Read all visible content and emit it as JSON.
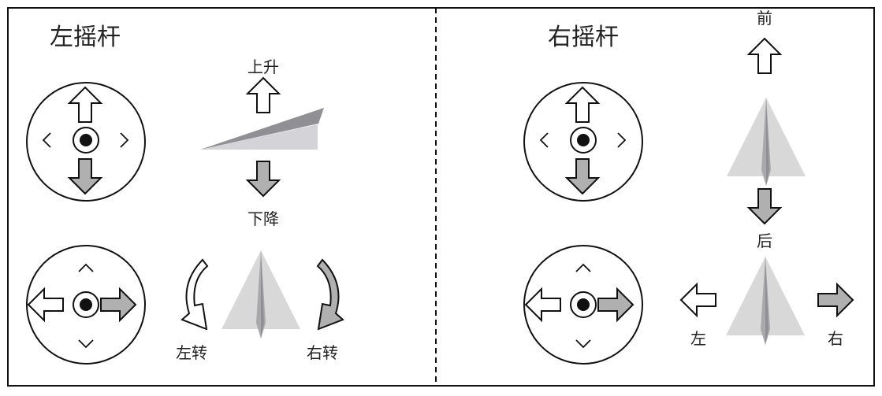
{
  "left_panel": {
    "title": "左摇杆",
    "up_label": "上升",
    "down_label": "下降",
    "turn_left_label": "左转",
    "turn_right_label": "右转"
  },
  "right_panel": {
    "title": "右摇杆",
    "forward_label": "前",
    "backward_label": "后",
    "left_label": "左",
    "right_label": "右"
  },
  "colors": {
    "arrow_fill_active": "#b0b0b0",
    "plane_light": "#d8d8d8",
    "plane_dark": "#8f8f94"
  }
}
